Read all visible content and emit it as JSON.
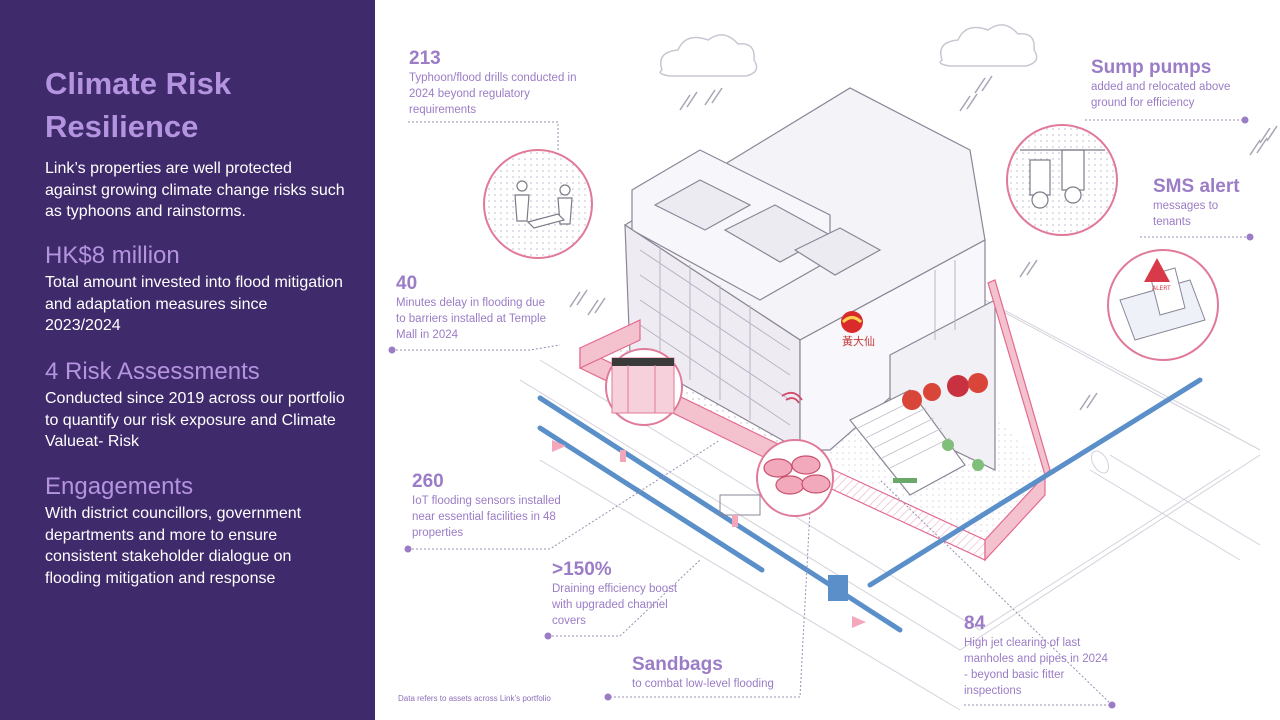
{
  "left": {
    "title": "Climate Risk Resilience",
    "intro": "Link’s properties are well protected against growing climate change risks such as typhoons and rainstorms.",
    "blocks": [
      {
        "head": "HK$8 million",
        "body": "Total amount invested into flood mitigation and adaptation measures since 2023/2024"
      },
      {
        "head": "4 Risk Assessments",
        "body": "Conducted since 2019 across our portfolio to quantify our risk exposure and Climate Valueat- Risk"
      },
      {
        "head": "Engagements",
        "body": "With district councillors, government departments and more to ensure consistent stakeholder dialogue on flooding mitigation and response"
      }
    ]
  },
  "callouts": {
    "drills": {
      "num": "213",
      "text": " Typhoon/flood drills conducted in 2024 beyond regulatory requirements"
    },
    "barriers": {
      "num": "40",
      "text": "Minutes delay in flooding due to barriers installed at Temple Mall in 2024"
    },
    "sensors": {
      "num": "260",
      "text": "IoT flooding sensors installed near essential facilities in 48 properties"
    },
    "draining": {
      "num": ">150%",
      "text": "Draining efficiency boost with upgraded channel covers"
    },
    "sandbags": {
      "head": "Sandbags",
      "text": "to combat low-level flooding"
    },
    "jet": {
      "num": "84",
      "text": "High jet clearing of last manholes and pipes in 2024 - beyond basic fitter inspections"
    },
    "pumps": {
      "head": "Sump pumps",
      "text": "added and relocated above ground for efficiency"
    },
    "sms": {
      "head": "SMS alert",
      "text": "messages to tenants"
    }
  },
  "building_sign": "黃大仙",
  "alert_label": "ALERT",
  "footnote": "Data refers to assets across Link’s portfolio",
  "colors": {
    "panel": "#3f2a6b",
    "accent": "#b494e0",
    "callout": "#9b7cc6",
    "barrier": "#e87a98",
    "water": "#5b8fc9"
  }
}
